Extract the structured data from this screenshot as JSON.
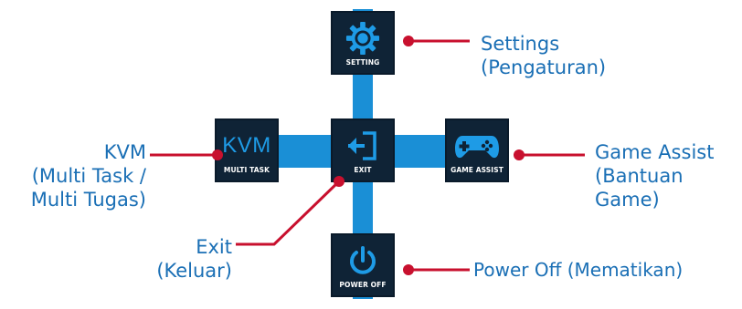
{
  "tiles": {
    "setting": {
      "caption": "SETTING",
      "icon": "gear-icon"
    },
    "kvm": {
      "caption": "MULTI TASK",
      "icon_text": "KVM"
    },
    "exit": {
      "caption": "EXIT",
      "icon": "exit-icon"
    },
    "game_assist": {
      "caption": "GAME ASSIST",
      "icon": "gamepad-icon"
    },
    "power_off": {
      "caption": "POWER OFF",
      "icon": "power-icon"
    }
  },
  "callouts": {
    "settings": {
      "line1": "Settings",
      "line2": "(Pengaturan)"
    },
    "kvm": {
      "line1": "KVM",
      "line2": "(Multi Task /",
      "line3": "Multi Tugas)"
    },
    "exit": {
      "line1": "Exit",
      "line2": "(Keluar)"
    },
    "game_assist": {
      "line1": "Game Assist",
      "line2": "(Bantuan",
      "line3": "Game)"
    },
    "power_off": {
      "line1": "Power Off (Mematikan)"
    }
  },
  "colors": {
    "cross": "#1a8fd6",
    "tile_bg": "#0f2336",
    "icon_blue": "#1e9be6",
    "leader_red": "#c8102e",
    "label_blue": "#1a6fb5"
  }
}
